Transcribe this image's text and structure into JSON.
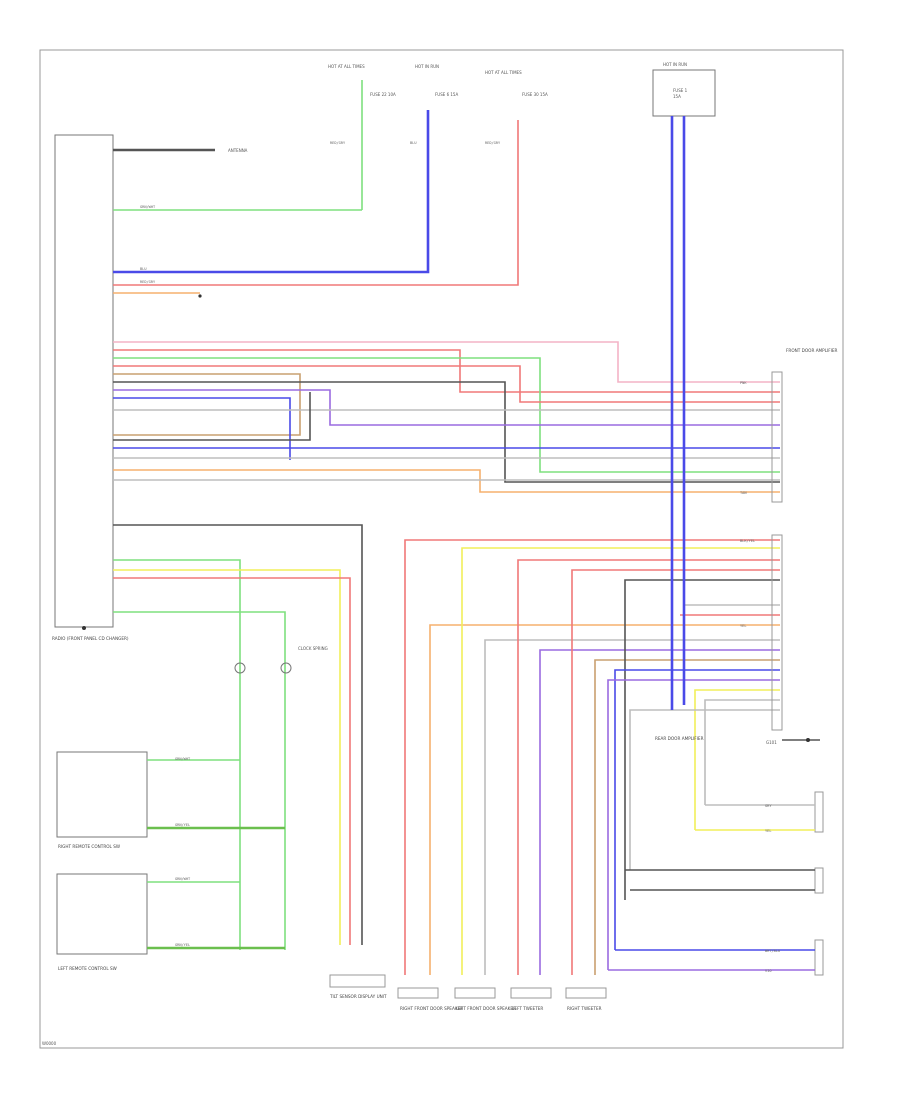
{
  "colors": {
    "green": "#7ee07e",
    "blue": "#4a4ae8",
    "red": "#f07878",
    "pink": "#f3b3c6",
    "orange": "#f5b06e",
    "yellow": "#f2ef5a",
    "gray": "#bdbdbd",
    "dark": "#555555",
    "violet": "#9a6be0",
    "tan": "#c9a070"
  },
  "fuses": [
    {
      "label": "HOT AT ALL TIMES",
      "fuse": "FUSE 22 10A"
    },
    {
      "label": "HOT IN RUN",
      "fuse": "FUSE 6 15A"
    },
    {
      "label": "HOT AT ALL TIMES",
      "fuse": "FUSE 30 15A"
    }
  ],
  "top_right_box": {
    "title": "HOT IN RUN",
    "line1": "FUSE 1",
    "line2": "15A"
  },
  "components": {
    "radio": "RADIO (FRONT PANEL CD CHANGER)",
    "front_amp": "FRONT DOOR AMPLIFIER",
    "rear_amp": "REAR DOOR AMPLIFIER",
    "right_remote": "RIGHT REMOTE CONTROL SW",
    "left_remote": "LEFT REMOTE CONTROL SW",
    "tilt_sensor": "TILT SENSOR DISPLAY UNIT",
    "speakers": [
      "RIGHT FRONT DOOR SPEAKER",
      "LEFT FRONT DOOR SPEAKER",
      "LEFT TWEETER",
      "RIGHT TWEETER"
    ],
    "antenna": "ANTENNA",
    "clock_spring": "CLOCK SPRING",
    "ground": "G101",
    "page_id": "W0000"
  },
  "wire_labels": [
    "RED/GRY",
    "BLU",
    "RED/GRY",
    "GRN/WHT",
    "BLK/YEL",
    "WHT/BLU",
    "GRN/YEL",
    "TAN",
    "PNK",
    "GRY",
    "BLK",
    "VIO",
    "YEL"
  ]
}
